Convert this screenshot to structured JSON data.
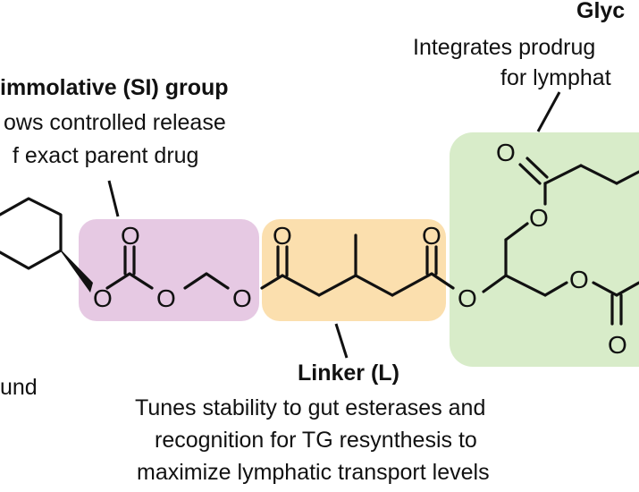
{
  "colors": {
    "si_region": "#e6c9e3",
    "linker_region": "#fbdfae",
    "glyceride_region": "#d8ecc9",
    "ink": "#111111"
  },
  "atom_symbol": "O",
  "labels": {
    "glyceride": {
      "title": "Glyc",
      "lines": [
        "Integrates prodrug",
        "for lymphat"
      ]
    },
    "self_immolative": {
      "title": "immolative (SI) group",
      "lines": [
        "ows controlled release",
        "f exact parent drug"
      ]
    },
    "linker": {
      "title": "Linker (L)",
      "lines": [
        "Tunes stability to gut esterases and",
        "recognition for TG resynthesis to",
        "maximize lymphatic transport levels"
      ]
    },
    "parent": {
      "fragment": "und"
    }
  }
}
